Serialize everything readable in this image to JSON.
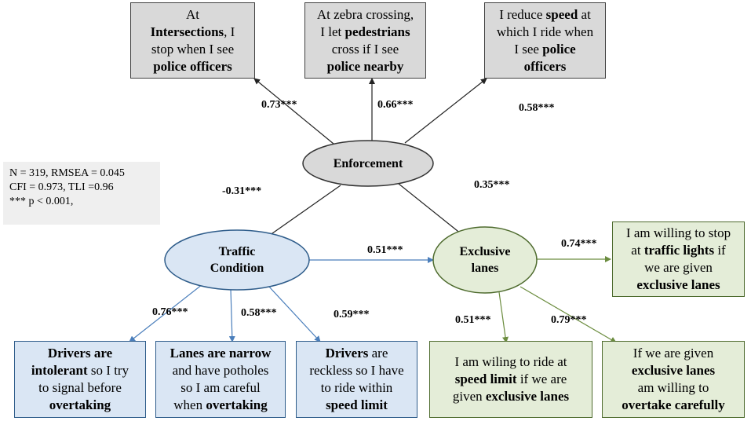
{
  "colors": {
    "gray_fill": "#d9d9d9",
    "blue_fill": "#dae6f4",
    "green_fill": "#e4edd8",
    "blue_line": "#4a7ebb",
    "green_line": "#6b8c3e"
  },
  "stats": {
    "lines": [
      "N = 319, RMSEA = 0.045",
      "CFI = 0.973, TLI =0.96",
      "*** p < 0.001,"
    ]
  },
  "latent": {
    "enforcement": {
      "line1": "Enforcement"
    },
    "traffic": {
      "line1": "Traffic",
      "line2": "Condition"
    },
    "exclusive": {
      "line1": "Exclusive",
      "line2": "lanes"
    }
  },
  "items": {
    "enf1": {
      "l1": "At",
      "l2a": "Intersections",
      "l2b": ", I",
      "l3": "stop when I see",
      "l4": "police officers"
    },
    "enf2": {
      "l1": "At zebra crossing,",
      "l2a": "I let ",
      "l2b": "pedestrians",
      "l3": "cross if I see",
      "l4": "police nearby"
    },
    "enf3": {
      "l1a": "I reduce ",
      "l1b": "speed",
      "l1c": " at",
      "l2": "which I ride when",
      "l3a": "I see ",
      "l3b": "police",
      "l4": "officers"
    },
    "tc1": {
      "l1": "Drivers are",
      "l2a": "intolerant",
      "l2b": " so I try",
      "l3": "to signal before",
      "l4": "overtaking"
    },
    "tc2": {
      "l1": "Lanes are narrow",
      "l2": "and have potholes",
      "l3": "so I am careful",
      "l4a": "when ",
      "l4b": "overtaking"
    },
    "tc3": {
      "l1a": "Drivers",
      "l1b": " are",
      "l2": "reckless so I have",
      "l3": "to ride within",
      "l4": "speed limit"
    },
    "el1": {
      "l1": "I am willing to stop",
      "l2a": "at ",
      "l2b": "traffic lights",
      "l2c": " if",
      "l3": "we are given",
      "l4": "exclusive lanes"
    },
    "el2": {
      "l1": "I am wiling to ride at",
      "l2a": "speed limit",
      "l2b": " if we are",
      "l3a": "given ",
      "l3b": "exclusive lanes"
    },
    "el3": {
      "l1": "If we are  given",
      "l2": "exclusive lanes",
      "l3": "am willing to",
      "l4": "overtake carefully"
    }
  },
  "coefficients": {
    "enf1": "0.73***",
    "enf2": "0.66***",
    "enf3": "0.58***",
    "tc_enf": "-0.31***",
    "enf_el": "0.35***",
    "tc_el": "0.51***",
    "tc1": "0.76***",
    "tc2": "0.58***",
    "tc3": "0.59***",
    "el1": "0.74***",
    "el2": "0.51***",
    "el3": "0.79***"
  }
}
